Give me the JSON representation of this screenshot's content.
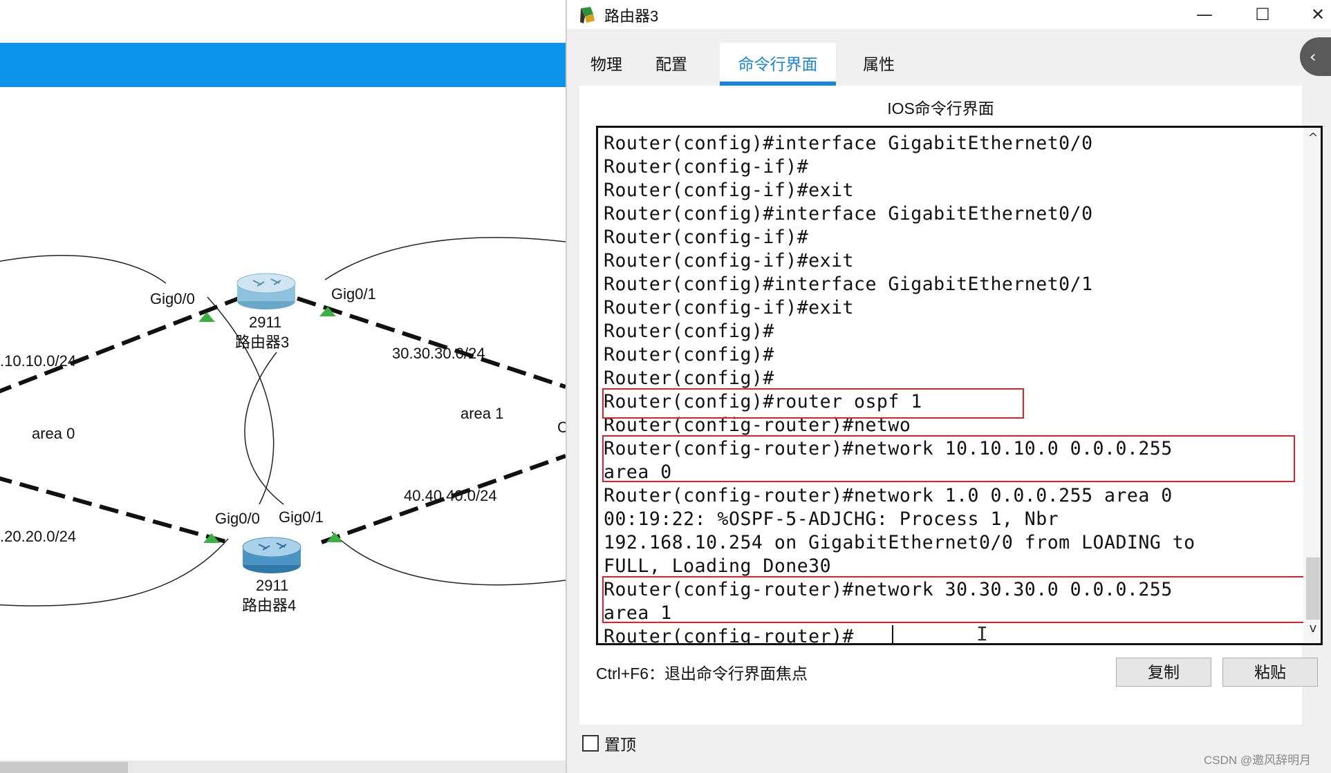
{
  "topology": {
    "labels": {
      "router3_model": "2911",
      "router3_name": "路由器3",
      "router4_model": "2911",
      "router4_name": "路由器4",
      "r3_gig00": "Gig0/0",
      "r3_gig01": "Gig0/1",
      "r4_gig00": "Gig0/0",
      "r4_gig01": "Gig0/1",
      "net_10": ".10.10.0/24",
      "net_20": ".20.20.0/24",
      "net_30": "30.30.30.0/24",
      "net_40": "40.40.40.0/24",
      "area0": "area 0",
      "area1": "area 1",
      "edge_char": "C"
    },
    "colors": {
      "top_bar": "#0b93ea",
      "link_marker": "#3cb043"
    }
  },
  "window": {
    "title": "路由器3",
    "icon": "packet-tracer-icon",
    "controls": {
      "minimize": "—",
      "maximize": "☐",
      "close": "✕"
    },
    "side_handle": "‹",
    "tabs": [
      {
        "label": "物理",
        "active": false
      },
      {
        "label": "配置",
        "active": false
      },
      {
        "label": "命令行界面",
        "active": true
      },
      {
        "label": "属性",
        "active": false
      }
    ],
    "panel_title": "IOS命令行界面",
    "terminal": {
      "lines": [
        "Router(config)#interface GigabitEthernet0/0",
        "Router(config-if)#",
        "Router(config-if)#exit",
        "Router(config)#interface GigabitEthernet0/0",
        "Router(config-if)#",
        "Router(config-if)#exit",
        "Router(config)#interface GigabitEthernet0/1",
        "Router(config-if)#exit",
        "Router(config)#",
        "Router(config)#",
        "Router(config)#",
        "Router(config)#router ospf 1",
        "Router(config-router)#netwo",
        "Router(config-router)#network 10.10.10.0 0.0.0.255",
        "area 0",
        "Router(config-router)#network 1.0 0.0.0.255 area 0",
        "00:19:22: %OSPF-5-ADJCHG: Process 1, Nbr",
        "192.168.10.254 on GigabitEthernet0/0 from LOADING to",
        "FULL, Loading Done30",
        "Router(config-router)#network 30.30.30.0 0.0.0.255",
        "area 1",
        "Router(config-router)#"
      ],
      "highlight_color": "#e0202a"
    },
    "hint": "Ctrl+F6：退出命令行界面焦点",
    "copy_label": "复制",
    "paste_label": "粘贴",
    "pin_label": "置顶",
    "watermark": "CSDN @邀风辞明月"
  }
}
